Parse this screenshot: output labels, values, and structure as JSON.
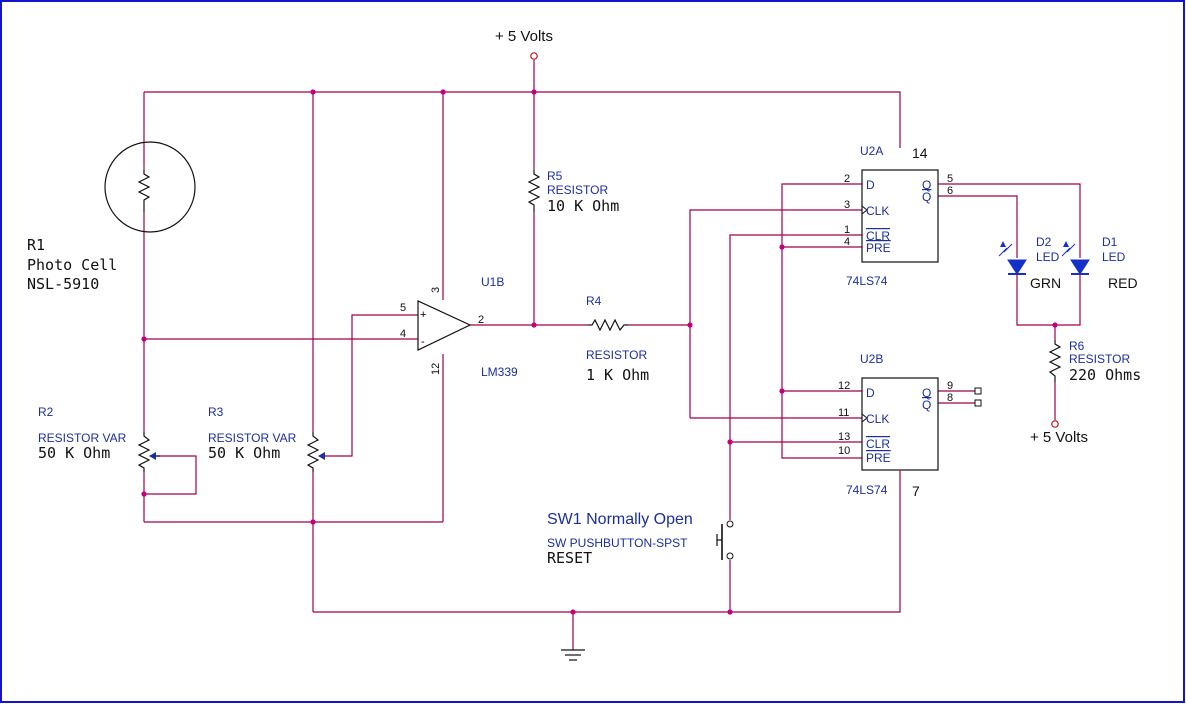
{
  "colors": {
    "wire": "#a0004a",
    "border": "#1414c8",
    "label_blue": "#1b2f9a",
    "led": "#1430c8"
  },
  "supply_top": "+ 5 Volts",
  "supply_bottom": "+ 5 Volts",
  "r1": {
    "ref": "R1",
    "name": "Photo Cell",
    "value": "NSL-5910"
  },
  "r2": {
    "ref": "R2",
    "type": "RESISTOR VAR",
    "value": "50 K Ohm"
  },
  "r3": {
    "ref": "R3",
    "type": "RESISTOR VAR",
    "value": "50 K Ohm"
  },
  "r4": {
    "ref": "R4",
    "type": "RESISTOR",
    "value": "1 K Ohm"
  },
  "r5": {
    "ref": "R5",
    "type": "RESISTOR",
    "value": "10 K Ohm"
  },
  "r6": {
    "ref": "R6",
    "type": "RESISTOR",
    "value": "220 Ohms"
  },
  "u1b": {
    "ref": "U1B",
    "part": "LM339",
    "pin_plus": "5",
    "pin_minus": "4",
    "pin_out": "2",
    "pin_vcc": "3",
    "pin_gnd": "12",
    "sym_plus": "+",
    "sym_minus": "-"
  },
  "u2a": {
    "ref": "U2A",
    "part": "74LS74",
    "vcc_pin": "14",
    "pins": [
      "2",
      "3",
      "1",
      "4",
      "5",
      "6"
    ],
    "labels": [
      "D",
      "CLK",
      "CLR",
      "PRE",
      "Q",
      "Q"
    ]
  },
  "u2b": {
    "ref": "U2B",
    "part": "74LS74",
    "gnd_pin": "7",
    "pins": [
      "12",
      "11",
      "13",
      "10",
      "9",
      "8"
    ],
    "labels": [
      "D",
      "CLK",
      "CLR",
      "PRE",
      "Q",
      "Q"
    ]
  },
  "d1": {
    "ref": "D1",
    "type": "LED",
    "color": "RED"
  },
  "d2": {
    "ref": "D2",
    "type": "LED",
    "color": "GRN"
  },
  "sw1": {
    "title": "SW1 Normally Open",
    "type": "SW PUSHBUTTON-SPST",
    "label": "RESET"
  }
}
